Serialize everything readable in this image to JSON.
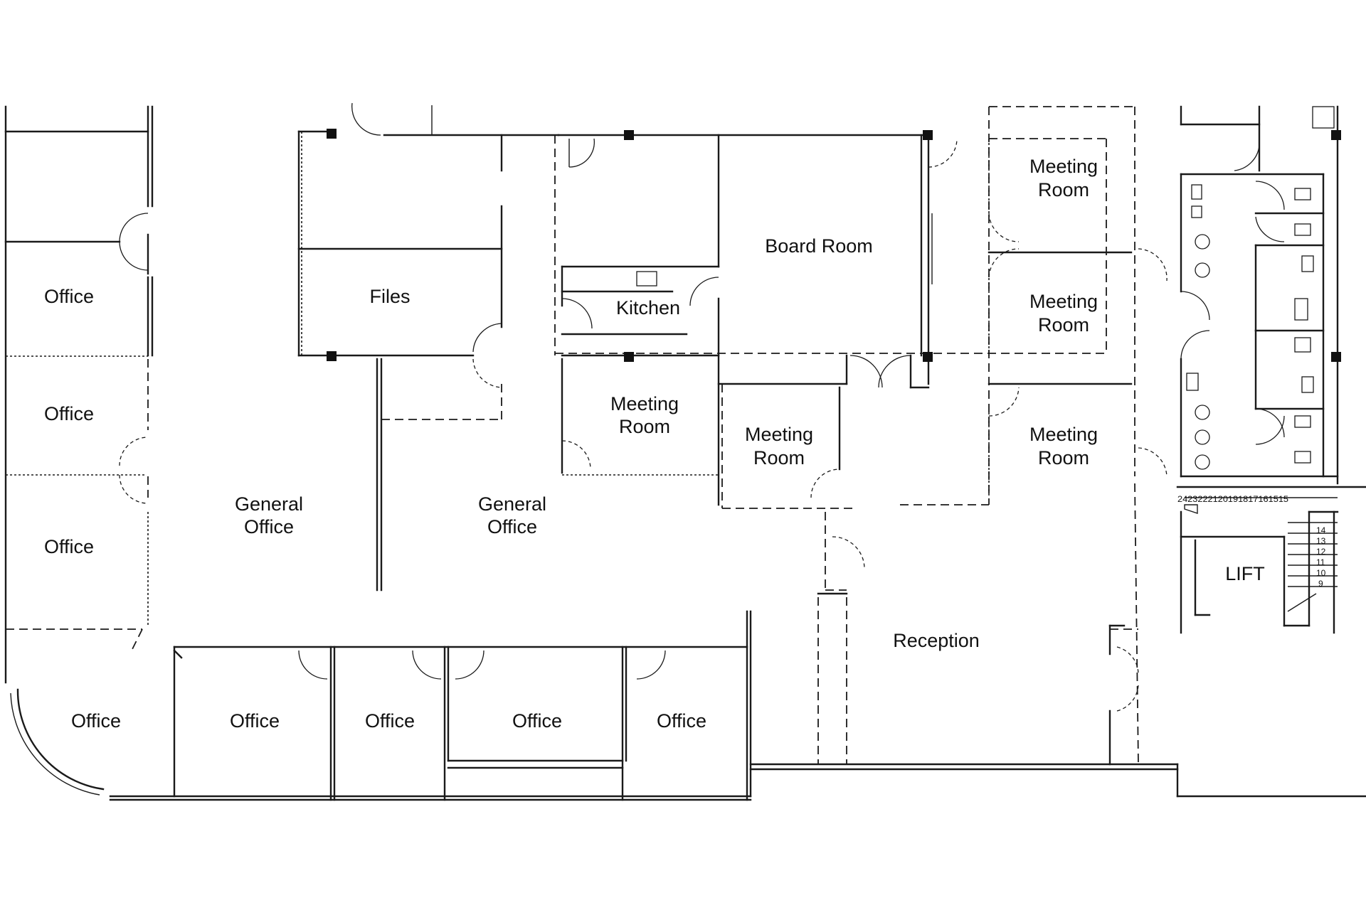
{
  "rooms": {
    "office_left_1": "Office",
    "office_left_2": "Office",
    "office_left_3": "Office",
    "files": "Files",
    "general_office_1": [
      "General",
      "Office"
    ],
    "general_office_2": [
      "General",
      "Office"
    ],
    "kitchen": "Kitchen",
    "board_room": "Board Room",
    "meeting_room_top": [
      "Meeting",
      "Room"
    ],
    "meeting_room_mid": [
      "Meeting",
      "Room"
    ],
    "meeting_room_kitchen": [
      "Meeting",
      "Room"
    ],
    "meeting_room_center": [
      "Meeting",
      "Room"
    ],
    "meeting_room_right": [
      "Meeting",
      "Room"
    ],
    "office_bottom_1": "Office",
    "office_bottom_2": "Office",
    "office_bottom_3": "Office",
    "office_bottom_4": "Office",
    "office_bottom_5": "Office",
    "reception": "Reception",
    "lift": "LIFT"
  },
  "stairs": {
    "upper_run": "2423222120191817161515",
    "upper_numbers": [
      "24",
      "23",
      "22",
      "21",
      "20",
      "19",
      "18",
      "17",
      "16",
      "15"
    ],
    "lower_numbers": [
      "14",
      "13",
      "12",
      "11",
      "10",
      "9"
    ]
  }
}
